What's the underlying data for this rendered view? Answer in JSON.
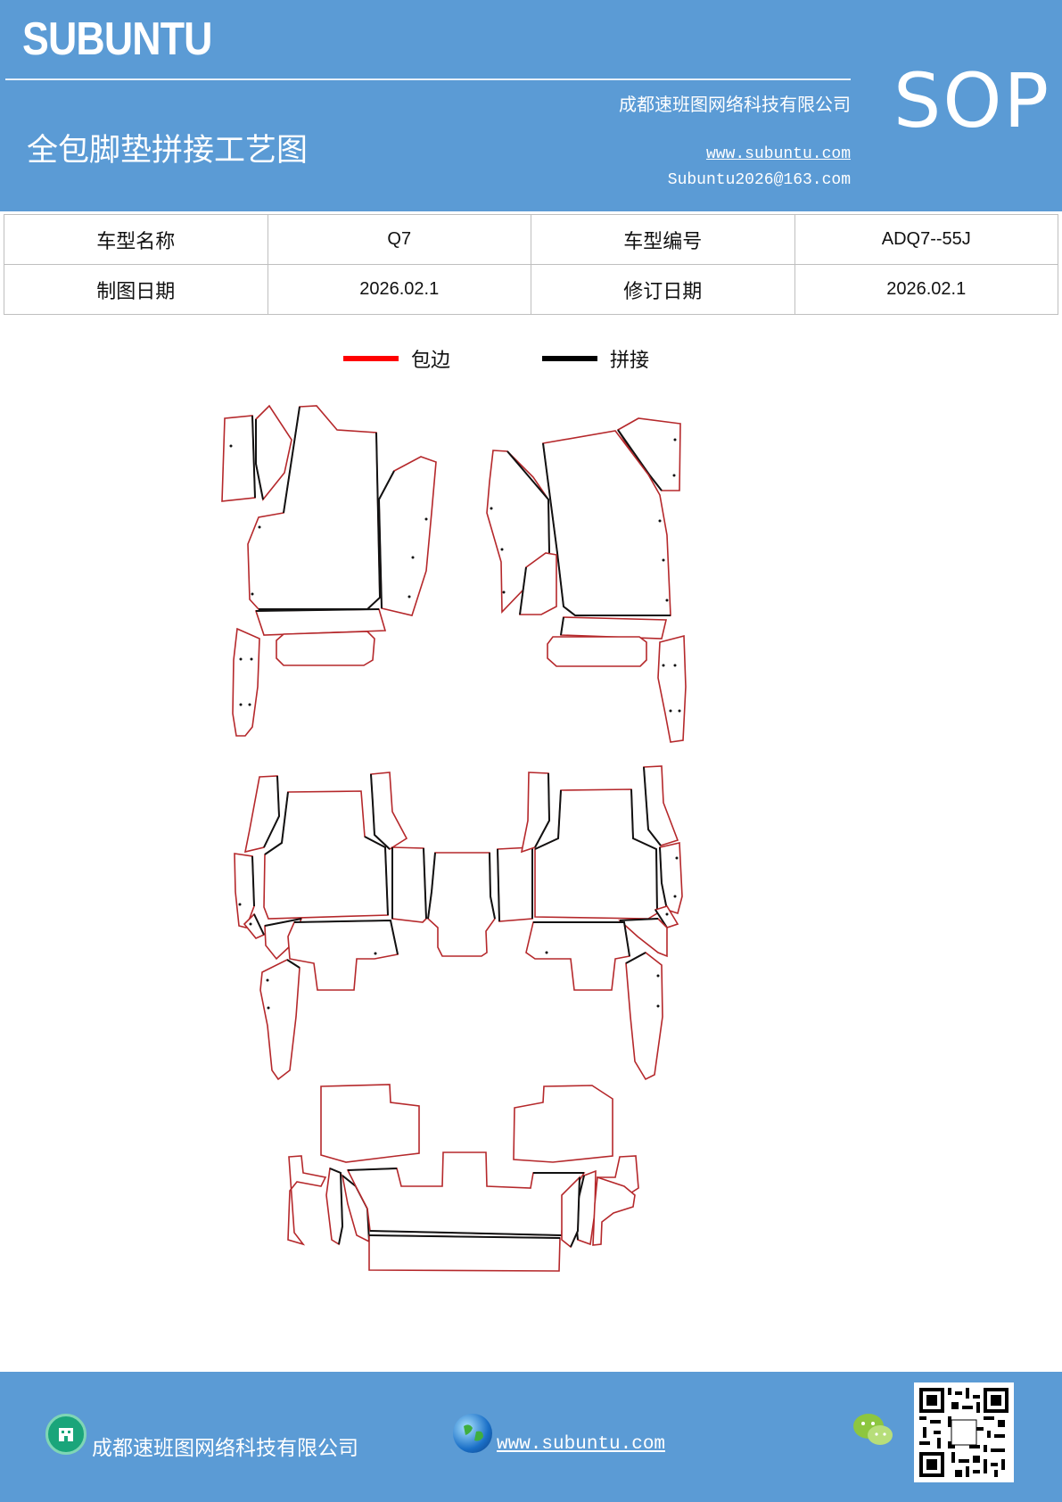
{
  "header": {
    "brand": "SUBUNTU",
    "company": "成都速班图网络科技有限公司",
    "title": "全包脚垫拼接工艺图",
    "website": "www.subuntu.com",
    "email": "Subuntu2026@163.com",
    "badge": "SOP",
    "color": "#5b9bd5"
  },
  "info": {
    "model_name_label": "车型名称",
    "model_name": "Q7",
    "model_code_label": "车型编号",
    "model_code": "ADQ7--55J",
    "draw_date_label": "制图日期",
    "draw_date": "2026.02.1",
    "revise_date_label": "修订日期",
    "revise_date": "2026.02.1"
  },
  "legend": {
    "edge_label": "包边",
    "edge_color": "#ff0000",
    "seam_label": "拼接",
    "seam_color": "#000000"
  },
  "footer": {
    "company": "成都速班图网络科技有限公司",
    "website": "www.subuntu.com",
    "icons": [
      "building-icon",
      "globe-icon",
      "wechat-icon",
      "qr-code"
    ]
  }
}
